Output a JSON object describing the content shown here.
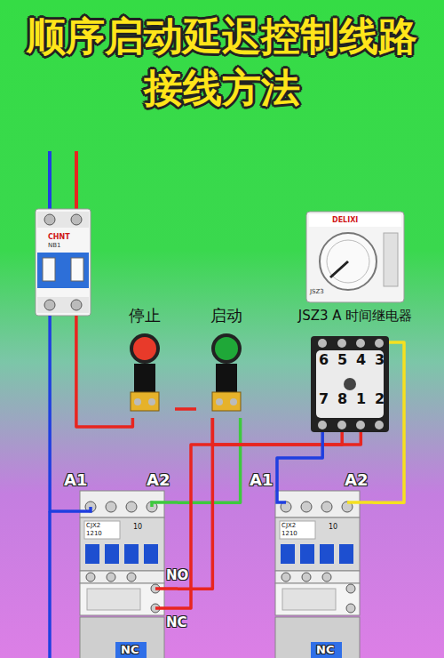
{
  "diagram": {
    "title": "顺序启动延迟控制线路 接线方法",
    "nodes": [
      {
        "text": [
          "CHNT",
          "NB1"
        ]
      },
      {
        "text": [
          "停止"
        ]
      },
      {
        "text": [
          "启动"
        ]
      },
      {
        "text": [
          "JSZ3 A 时间继电器"
        ]
      },
      {
        "text": [
          "6",
          "5",
          "4",
          "3",
          "7",
          "8",
          "1",
          "2"
        ]
      },
      {
        "text": [
          "A1",
          "A2"
        ]
      },
      {
        "text": [
          "A1",
          "A2"
        ]
      }
    ],
    "edges": [
      {
        "from": 0,
        "to": 1,
        "arrow": "none"
      },
      {
        "from": 1,
        "to": 2,
        "arrow": "none"
      },
      {
        "from": 2,
        "to": 5,
        "arrow": "none"
      },
      {
        "from": 2,
        "to": 4,
        "arrow": "none"
      },
      {
        "from": 2,
        "to": 5,
        "arrow": "none"
      },
      {
        "from": 5,
        "to": 4,
        "arrow": "none"
      },
      {
        "from": 4,
        "to": 6,
        "arrow": "none"
      },
      {
        "from": 4,
        "to": 6,
        "arrow": "none"
      },
      {
        "from": 0,
        "to": 5,
        "arrow": "none"
      }
    ],
    "labels": [
      "DELIXI",
      "JSZ3",
      "CJX2",
      "1210",
      "10",
      "NO",
      "NC",
      "NC",
      "CJX2",
      "1210",
      "10",
      "NC"
    ]
  }
}
